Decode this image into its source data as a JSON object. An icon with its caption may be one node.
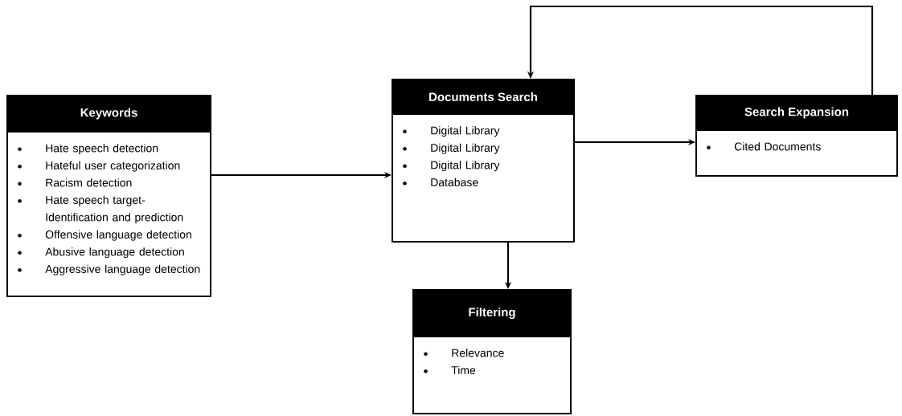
{
  "diagram": {
    "nodes": [
      {
        "text": [
          "Keywords",
          "Hate speech detection",
          "Hateful user categorization",
          "Racism detection",
          "Hate speech target- Identification and prediction",
          "Offensive language detection",
          "Abusive language detection",
          "Aggressive language detection"
        ]
      },
      {
        "text": [
          "Documents Search",
          "Digital Library",
          "Digital Library",
          "Digital Library",
          "Database"
        ]
      },
      {
        "text": [
          "Search Expansion",
          "Cited Documents"
        ]
      },
      {
        "text": [
          "Filtering",
          "Relevance",
          "Time"
        ]
      }
    ],
    "edges": [
      {
        "from": 0,
        "to": 1,
        "arrow": "to"
      },
      {
        "from": 1,
        "to": 2,
        "arrow": "to"
      },
      {
        "from": 1,
        "to": 3,
        "arrow": "to"
      },
      {
        "from": 2,
        "to": 1,
        "arrow": "to"
      }
    ]
  }
}
